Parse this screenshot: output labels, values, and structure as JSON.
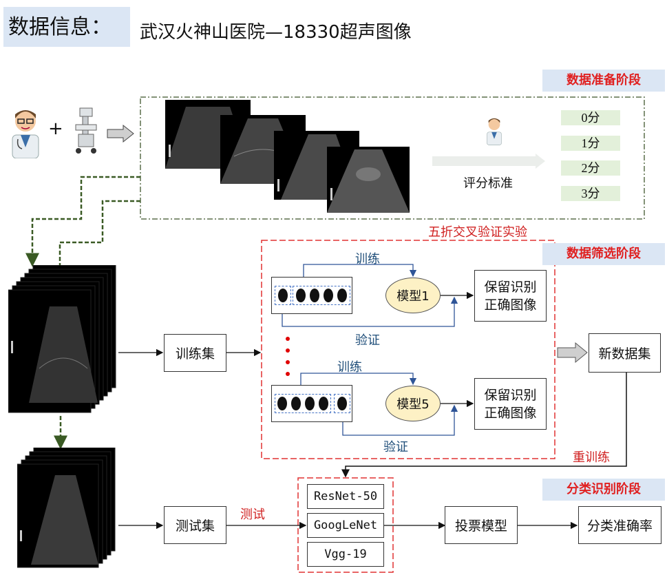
{
  "header": {
    "label": "数据信息：",
    "dataset": "武汉火神山医院—18330超声图像"
  },
  "stages": {
    "preparation": "数据准备阶段",
    "screening": "数据筛选阶段",
    "classification": "分类识别阶段"
  },
  "preparation": {
    "plus": "+",
    "scoring_standard": "评分标准",
    "scores": [
      "0分",
      "1分",
      "2分",
      "3分"
    ]
  },
  "cross_validation": {
    "title": "五折交叉验证实验",
    "train_label": "训练",
    "verify_label": "验证",
    "model_top": "模型1",
    "model_bottom": "模型5",
    "keep_line1": "保留识别",
    "keep_line2": "正确图像"
  },
  "flow": {
    "train_set": "训练集",
    "new_dataset": "新数据集",
    "retrain": "重训练",
    "test_set": "测试集",
    "test_label": "测试",
    "models": [
      "ResNet-50",
      "GoogLeNet",
      "Vgg-19"
    ],
    "voting_model": "投票模型",
    "accuracy": "分类准确率"
  },
  "colors": {
    "stage_tag_bg": "#dbe6f4",
    "stage_tag_text": "#e02020",
    "score_bg": "#e3f0da",
    "model_fill": "#fdf1c5",
    "green_dash": "#3a5a24",
    "red_dash": "#e03030",
    "blue_line": "#4472c4"
  },
  "icons": [
    "doctor-icon",
    "ultrasound-machine-icon",
    "right-arrow-icon"
  ]
}
